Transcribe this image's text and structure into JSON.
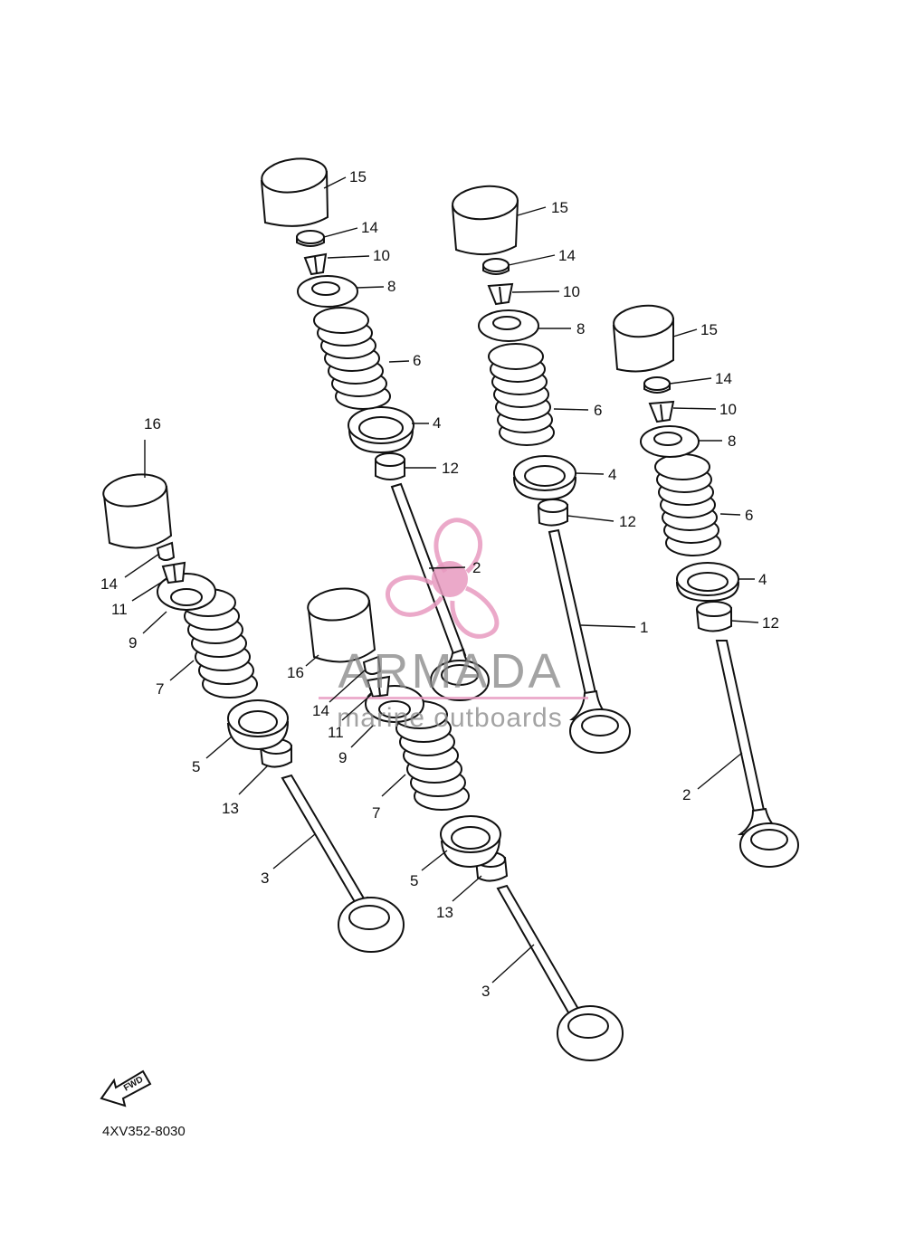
{
  "diagram_code": "4XV352-8030",
  "fwd_label": "FWD",
  "watermark": {
    "brand": "ARMADA",
    "tagline": "marine outboards",
    "pink": "#e79ac0",
    "gray": "#8a8a8a"
  },
  "callouts": {
    "a15": "15",
    "a14": "14",
    "a10": "10",
    "a8": "8",
    "a6": "6",
    "a4": "4",
    "a12": "12",
    "a2": "2",
    "b15": "15",
    "b14": "14",
    "b10": "10",
    "b8": "8",
    "b6": "6",
    "b4": "4",
    "b12": "12",
    "b1": "1",
    "c15": "15",
    "c14": "14",
    "c10": "10",
    "c8": "8",
    "c6": "6",
    "c4": "4",
    "c12": "12",
    "c2": "2",
    "d16": "16",
    "d14": "14",
    "d11": "11",
    "d9": "9",
    "d7": "7",
    "d5": "5",
    "d13": "13",
    "d3": "3",
    "e16": "16",
    "e14": "14",
    "e11": "11",
    "e9": "9",
    "e7": "7",
    "e5": "5",
    "e13": "13",
    "e3": "3"
  }
}
